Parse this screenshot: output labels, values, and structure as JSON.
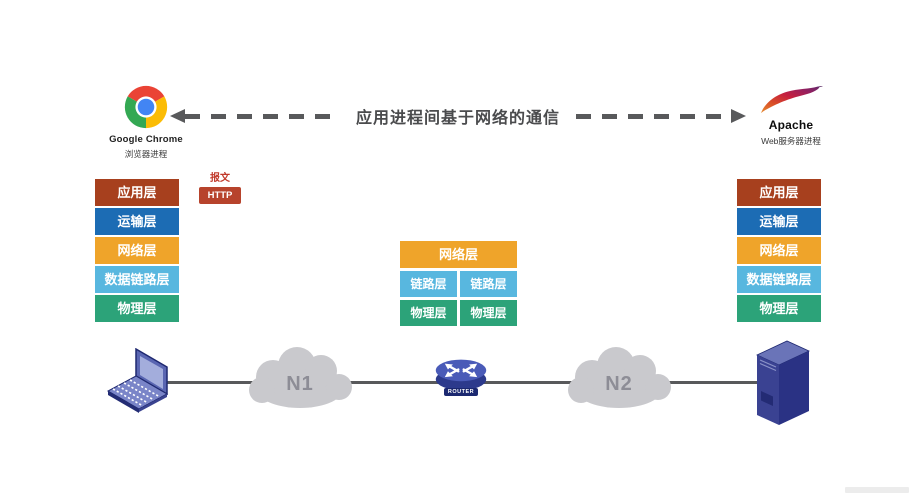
{
  "header": {
    "title": "应用进程间基于网络的通信",
    "client": {
      "name": "Google Chrome",
      "role": "浏览器进程"
    },
    "server": {
      "name": "Apache",
      "role": "Web服务器进程"
    }
  },
  "message": {
    "label": "报文",
    "protocol": "HTTP"
  },
  "stacks": {
    "host_left": {
      "layers": [
        "应用层",
        "运输层",
        "网络层",
        "数据链路层",
        "物理层"
      ]
    },
    "router": {
      "top": "网络层",
      "left_column": [
        "链路层",
        "物理层"
      ],
      "right_column": [
        "链路层",
        "物理层"
      ]
    },
    "host_right": {
      "layers": [
        "应用层",
        "运输层",
        "网络层",
        "数据链路层",
        "物理层"
      ]
    }
  },
  "network": {
    "cloud1": "N1",
    "cloud2": "N2",
    "router_label": "ROUTER"
  },
  "colors": {
    "application": "#A7401E",
    "transport": "#1C6CB4",
    "network": "#EFA42A",
    "datalink": "#58B7DF",
    "physical": "#2CA379",
    "http_tag": "#B7432C",
    "arrow": "#58595B",
    "cloud": "#C9C9CD"
  }
}
